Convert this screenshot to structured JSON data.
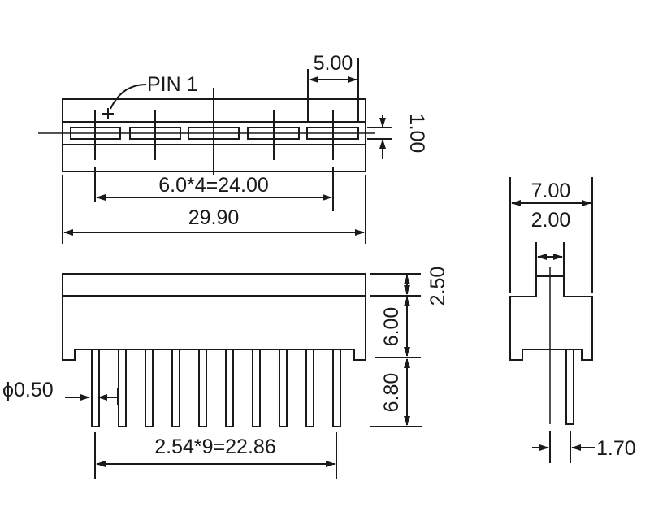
{
  "top_view": {
    "pin1_label": "PIN 1",
    "dim_segment_width": "5.00",
    "dim_segment_height": "1.00",
    "dim_pitch": "6.0*4=24.00",
    "dim_length": "29.90"
  },
  "front_view": {
    "dim_top": "2.50",
    "dim_body": "6.00",
    "dim_pin_length": "6.80",
    "dim_pin_diameter": "ϕ0.50",
    "dim_pin_pitch": "2.54*9=22.86",
    "pin_count": 10
  },
  "side_view": {
    "dim_width": "7.00",
    "dim_top_width": "2.00",
    "dim_pin_offset": "1.70"
  },
  "colors": {
    "line": "#1a1a1a",
    "background": "#ffffff"
  }
}
